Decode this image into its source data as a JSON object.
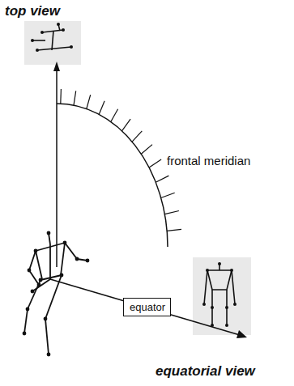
{
  "diagram": {
    "nodes": [
      {
        "text": [
          "equator"
        ]
      }
    ],
    "labels": [
      "top view",
      "frontal meridian",
      "equatorial view"
    ]
  }
}
